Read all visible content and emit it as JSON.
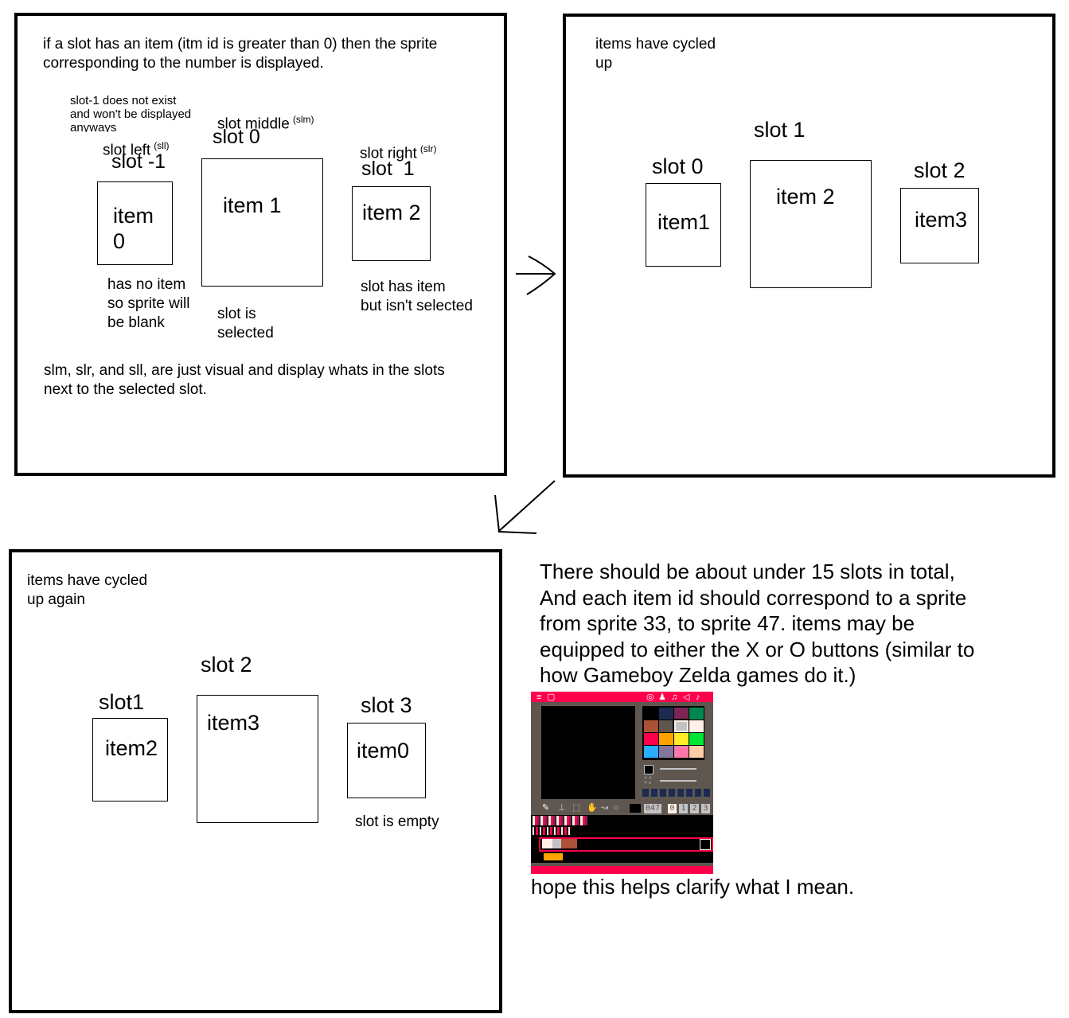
{
  "panel1": {
    "intro": "if a slot has an item (itm id is greater than 0) then the sprite\ncorresponding to the number is displayed.",
    "note_slot_minus1": "slot-1 does not exist\nand won't be displayed\nanyways",
    "slot_left_label": "slot left",
    "slot_left_abbr": "(sll)",
    "slot_left_name": "slot -1",
    "slot_middle_label": "slot middle",
    "slot_middle_abbr": "(slm)",
    "slot_middle_name": "slot 0",
    "slot_right_label": "slot right",
    "slot_right_abbr": "(slr)",
    "slot_right_name": "slot  1",
    "item_left": "item\n0",
    "item_middle": "item 1",
    "item_right": "item 2",
    "caption_left": "has no item\nso sprite will\nbe blank",
    "caption_middle": "slot is\nselected",
    "caption_right": "slot has item\nbut isn't selected",
    "footer": "slm, slr, and sll, are just visual and display whats in the slots\nnext to the selected slot."
  },
  "panel2": {
    "intro": "items have cycled\nup",
    "slot_left_name": "slot 0",
    "slot_middle_name": "slot 1",
    "slot_right_name": "slot 2",
    "item_left": "item1",
    "item_middle": "item 2",
    "item_right": "item3"
  },
  "panel3": {
    "intro": "items have cycled\nup again",
    "slot_left_name": "slot1",
    "slot_middle_name": "slot 2",
    "slot_right_name": "slot 3",
    "item_left": "item2",
    "item_middle": "item3",
    "item_right": "item0",
    "caption_right": "slot is empty"
  },
  "explanation": {
    "paragraph": "There should be about under 15 slots in total,\nAnd each item id should correspond to a sprite\nfrom sprite 33, to sprite 47. items may be\nequipped to either the X or O buttons (similar to\nhow Gameboy Zelda games do it.)",
    "closing": "hope this helps clarify what I mean."
  },
  "sprite_editor": {
    "sprite_number": "047",
    "tabs": [
      "0",
      "1",
      "2",
      "3"
    ],
    "palette": [
      "#000000",
      "#1d2b53",
      "#7e2553",
      "#008751",
      "#ab5236",
      "#5f574f",
      "#c2c3c7",
      "#fff1e8",
      "#ff004d",
      "#ffa300",
      "#ffec27",
      "#00e436",
      "#29adff",
      "#83769c",
      "#ff77a8",
      "#ffccaa"
    ],
    "accent_color": "#ff004d",
    "icons": [
      "code-icon",
      "sprite-icon",
      "map-icon",
      "sfx-icon",
      "music-icon",
      "pencil-icon",
      "stamp-icon",
      "select-icon",
      "hand-icon",
      "fill-icon",
      "circle-icon"
    ]
  }
}
